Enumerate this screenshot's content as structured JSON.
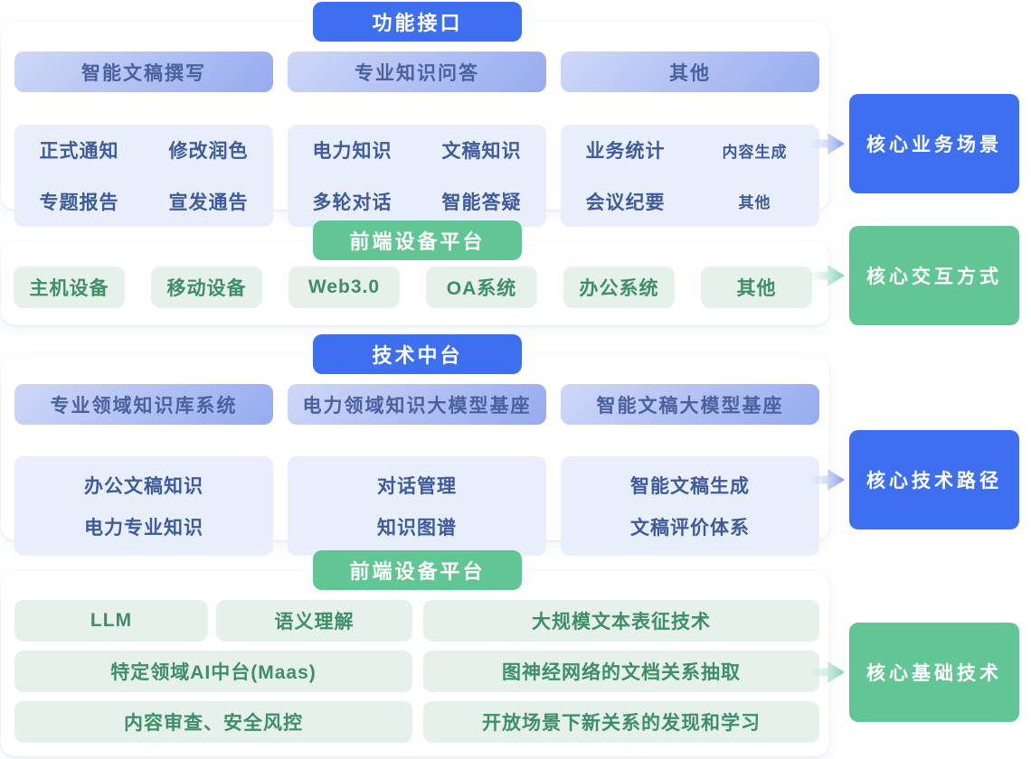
{
  "palette": {
    "blue_accent": "#3d6ff0",
    "green_accent": "#62c694",
    "blue_header_gradient_start": "#cfd8f8",
    "blue_header_gradient_end": "#96abef",
    "blue_body_bg": "#e9eefb",
    "blue_text": "#3d5b9d",
    "green_chip_bg": "#e6f1eb",
    "green_text": "#3e8e68",
    "card_bg": "#ffffff"
  },
  "sections": [
    {
      "badge": "功能接口",
      "theme": "blue",
      "groups": [
        {
          "header": "智能文稿撰写",
          "items": [
            [
              "正式通知",
              "修改润色"
            ],
            [
              "专题报告",
              "宣发通告"
            ]
          ]
        },
        {
          "header": "专业知识问答",
          "items": [
            [
              "电力知识",
              "文稿知识"
            ],
            [
              "多轮对话",
              "智能答疑"
            ]
          ]
        },
        {
          "header": "其他",
          "items": [
            [
              "业务统计",
              "内容生成"
            ],
            [
              "会议纪要",
              "其他"
            ]
          ]
        }
      ],
      "target": "核心业务场景"
    },
    {
      "badge": "前端设备平台",
      "theme": "green",
      "chips": [
        "主机设备",
        "移动设备",
        "Web3.0",
        "OA系统",
        "办公系统",
        "其他"
      ],
      "target": "核心交互方式"
    },
    {
      "badge": "技术中台",
      "theme": "blue",
      "groups": [
        {
          "header": "专业领域知识库系统",
          "items": [
            "办公文稿知识",
            "电力专业知识"
          ]
        },
        {
          "header": "电力领域知识大模型基座",
          "items": [
            "对话管理",
            "知识图谱"
          ]
        },
        {
          "header": "智能文稿大模型基座",
          "items": [
            "智能文稿生成",
            "文稿评价体系"
          ]
        }
      ],
      "target": "核心技术路径"
    },
    {
      "badge": "前端设备平台",
      "theme": "green",
      "rows": [
        [
          "LLM",
          "语义理解",
          "大规模文本表征技术"
        ],
        [
          "特定领域AI中台(Maas)",
          "图神经网络的文档关系抽取"
        ],
        [
          "内容审查、安全风控",
          "开放场景下新关系的发现和学习"
        ]
      ],
      "target": "核心基础技术"
    }
  ]
}
